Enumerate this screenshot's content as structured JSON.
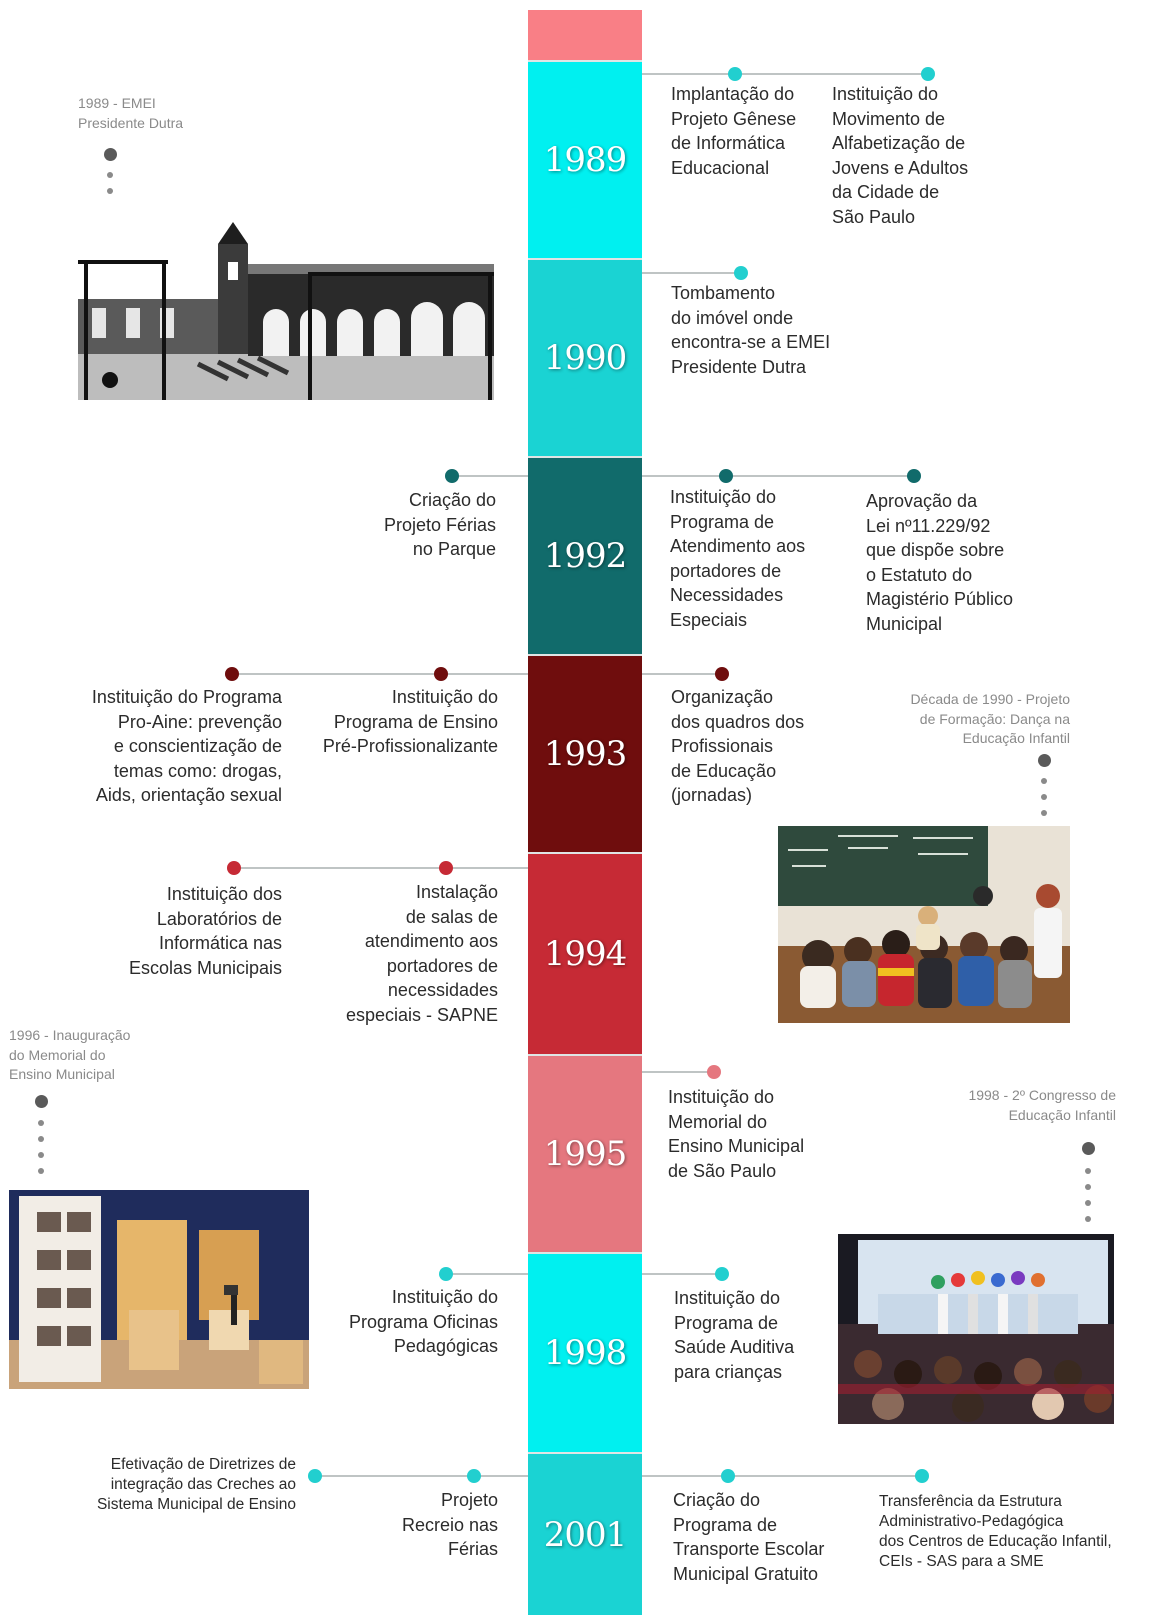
{
  "colors": {
    "top": "#f97f86",
    "c1989": "#00f0f0",
    "c1990": "#1ad3d3",
    "c1992": "#116b6b",
    "c1993": "#6f0d0d",
    "c1994": "#c62a35",
    "c1995": "#e5777f",
    "c1998": "#00f0f0",
    "c2001": "#1ad3d3"
  },
  "timeline": {
    "years": [
      "1989",
      "1990",
      "1992",
      "1993",
      "1994",
      "1995",
      "1998",
      "2001"
    ]
  },
  "events": {
    "e1989_a": "Implantação do\nProjeto Gênese\nde Informática\nEducacional",
    "e1989_b": "Instituição do\nMovimento de\nAlfabetização de\nJovens e Adultos\nda Cidade de\nSão Paulo",
    "e1990_a": "Tombamento\ndo imóvel onde\nencontra-se a EMEI\nPresidente Dutra",
    "e1992_l": "Criação do\nProjeto Férias\nno Parque",
    "e1992_a": "Instituição do\nPrograma de\nAtendimento aos\nportadores de\nNecessidades\nEspeciais",
    "e1992_b": "Aprovação da\nLei nº11.229/92\nque dispõe sobre\no Estatuto do\nMagistério Público\nMunicipal",
    "e1993_l1": "Instituição do Programa\nPro-Aine: prevenção\ne conscientização de\ntemas como: drogas,\nAids, orientação sexual",
    "e1993_l2": "Instituição do\nPrograma de Ensino\nPré-Profissionalizante",
    "e1993_a": "Organização\ndos quadros dos\nProfissionais\nde Educação\n(jornadas)",
    "e1994_l1": "Instituição dos\nLaboratórios de\nInformática nas\nEscolas Municipais",
    "e1994_l2": "Instalação\nde salas de\natendimento aos\nportadores de\nnecessidades\nespeciais - SAPNE",
    "e1995_a": "Instituição do\nMemorial do\nEnsino Municipal\nde São Paulo",
    "e1998_l": "Instituição do\nPrograma Oficinas\nPedagógicas",
    "e1998_a": "Instituição do\nPrograma de\nSaúde Auditiva\npara crianças",
    "e2001_l1": "Efetivação de Diretrizes de\nintegração das Creches ao\nSistema Municipal de Ensino",
    "e2001_l2": "Projeto\nRecreio nas\nFérias",
    "e2001_a": "Criação do\nPrograma de\nTransporte Escolar\nMunicipal Gratuito",
    "e2001_b": "Transferência da Estrutura\nAdministrativo-Pedagógica\ndos Centros de Educação Infantil,\nCEIs - SAS para a SME"
  },
  "captions": {
    "emei": "1989 - EMEI\nPresidente Dutra",
    "danca": "Década de 1990 - Projeto\nde Formação: Dança na\nEducação Infantil",
    "memorial": "1996 - Inauguração\ndo Memorial do\nEnsino Municipal",
    "congresso": "1998 - 2º Congresso de\nEducação Infantil"
  }
}
